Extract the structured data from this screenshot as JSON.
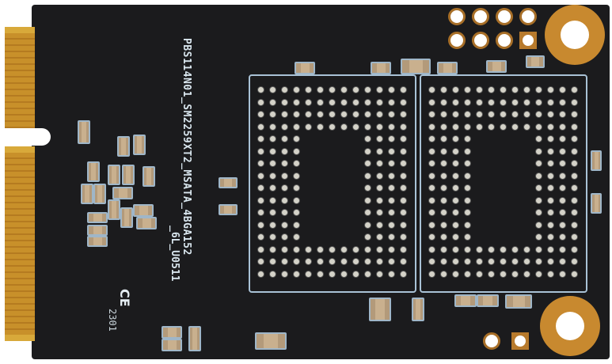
{
  "subject": "mSATA SSD printed circuit board (rear side)",
  "silkscreen": {
    "part_number_line1": "PBS114N01_SM2259XT2_MSATA_4BGA152",
    "part_number_line2": "_6L_U0511",
    "certification": "CE",
    "date_code": "2301"
  },
  "colors": {
    "pcb": "#1b1b1d",
    "gold_contacts": "#c8902a",
    "silkscreen": "#dfe9f0",
    "copper_pads": "#c8892f"
  },
  "features": {
    "edge_connector_sections": 2,
    "bga_footprints": 2,
    "mounting_holes": 2,
    "through_hole_vias_top_right": 8
  }
}
